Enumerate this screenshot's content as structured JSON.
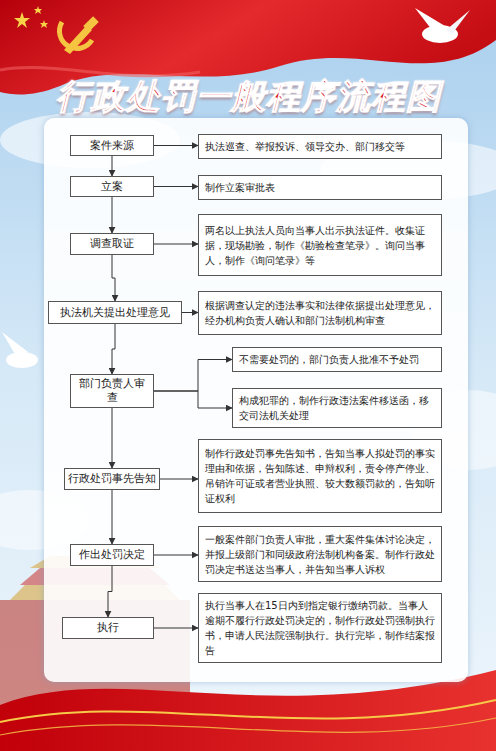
{
  "diagram": {
    "title": "行政处罚一般程序流程图",
    "nodes": [
      {
        "text": [
          "案件来源"
        ]
      },
      {
        "text": [
          "执法巡查、举报投诉、领导交办、部门移交等"
        ]
      },
      {
        "text": [
          "立案"
        ]
      },
      {
        "text": [
          "制作立案审批表"
        ]
      },
      {
        "text": [
          "调查取证"
        ]
      },
      {
        "text": [
          "两名以上执法人员向当事人出示执法证件。收集证据，现场勘验，制作《勘验检查笔录》。询问当事人，制作《询问笔录》等"
        ]
      },
      {
        "text": [
          "执法机关提出处理意见"
        ]
      },
      {
        "text": [
          "根据调查认定的违法事实和法律依据提出处理意见，经办机构负责人确认和部门法制机构审查"
        ]
      },
      {
        "text": [
          "部门负责人审查"
        ]
      },
      {
        "text": [
          "不需要处罚的，部门负责人批准不予处罚"
        ]
      },
      {
        "text": [
          "构成犯罪的，制作行政违法案件移送函，移交司法机关处理"
        ]
      },
      {
        "text": [
          "行政处罚事先告知"
        ]
      },
      {
        "text": [
          "制作行政处罚事先告知书，告知当事人拟处罚的事实理由和依据，告知陈述、申辩权利，责令停产停业、吊销许可证或者营业执照、较大数额罚款的，告知听证权利"
        ]
      },
      {
        "text": [
          "作出处罚决定"
        ]
      },
      {
        "text": [
          "一般案件部门负责人审批，重大案件集体讨论决定，并报上级部门和同级政府法制机构备案。制作行政处罚决定书送达当事人，并告知当事人诉权"
        ]
      },
      {
        "text": [
          "执行"
        ]
      },
      {
        "text": [
          "执行当事人在15日内到指定银行缴纳罚款。当事人逾期不履行行政处罚决定的，制作行政处罚强制执行书，申请人民法院强制执行。执行完毕，制作结案报告"
        ]
      }
    ],
    "edges": [
      {
        "from": 0,
        "to": 1,
        "arrow": "to"
      },
      {
        "from": 0,
        "to": 2,
        "arrow": "to"
      },
      {
        "from": 2,
        "to": 3,
        "arrow": "to"
      },
      {
        "from": 2,
        "to": 4,
        "arrow": "to"
      },
      {
        "from": 4,
        "to": 5,
        "arrow": "to"
      },
      {
        "from": 4,
        "to": 6,
        "arrow": "to"
      },
      {
        "from": 6,
        "to": 7,
        "arrow": "to"
      },
      {
        "from": 6,
        "to": 8,
        "arrow": "to"
      },
      {
        "from": 8,
        "to": 9,
        "arrow": "to"
      },
      {
        "from": 8,
        "to": 10,
        "arrow": "to"
      },
      {
        "from": 8,
        "to": 11,
        "arrow": "to"
      },
      {
        "from": 11,
        "to": 12,
        "arrow": "to"
      },
      {
        "from": 11,
        "to": 13,
        "arrow": "to"
      },
      {
        "from": 13,
        "to": 14,
        "arrow": "to"
      },
      {
        "from": 13,
        "to": 15,
        "arrow": "to"
      },
      {
        "from": 15,
        "to": 16,
        "arrow": "to"
      }
    ]
  }
}
